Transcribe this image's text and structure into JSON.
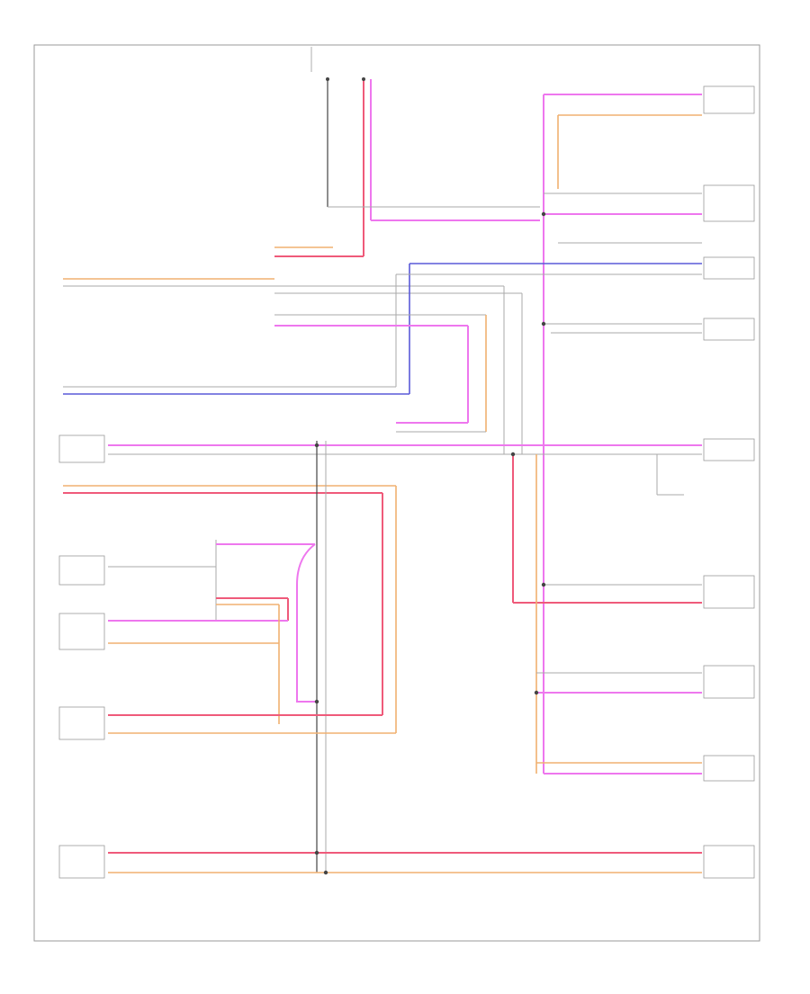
{
  "diagram": {
    "footer_code": "",
    "colors": {
      "violet_wire": "#ee77ee",
      "red_wire": "#ef5a7a",
      "orange_wire": "#f0b070",
      "blue_wire": "#5a5ad8",
      "gray_wire": "#aaaaaa",
      "black_wire": "#444444"
    },
    "connectors": [
      {
        "id": "c1"
      },
      {
        "id": "c2"
      },
      {
        "id": "c3"
      },
      {
        "id": "c4"
      },
      {
        "id": "c5"
      },
      {
        "id": "c6"
      },
      {
        "id": "c7"
      },
      {
        "id": "c8"
      }
    ]
  }
}
